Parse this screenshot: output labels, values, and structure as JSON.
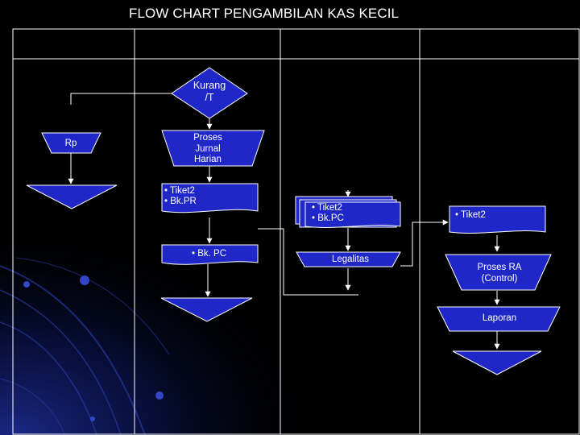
{
  "title": "FLOW CHART PENGAMBILAN KAS KECIL",
  "colors": {
    "background": "#000000",
    "shape_fill": "#1f27c8",
    "stroke": "#ffffff",
    "text": "#ffffff"
  },
  "nodes": {
    "kurang": "Kurang\n/T",
    "rp": "Rp",
    "proses_jurnal": "Proses\nJurnal\nHarian",
    "doc_tiket_bkpr": "• Tiket2\n• Bk.PR",
    "doc_bkpc": "• Bk. PC",
    "doc_tiket_bkpc": "• Tiket2\n• Bk.PC",
    "legalitas": "Legalitas",
    "doc_tiket": "• Tiket2",
    "proses_ra": "Proses RA\n(Control)",
    "laporan": "Laporan"
  }
}
